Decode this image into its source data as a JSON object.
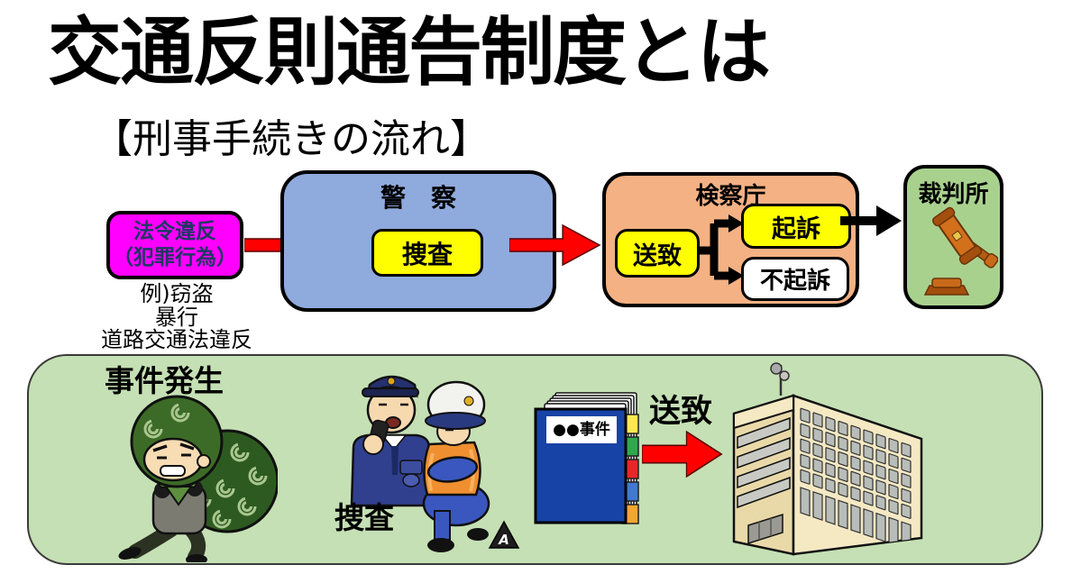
{
  "title": "交通反則通告制度とは",
  "subtitle": "【刑事手続きの流れ】",
  "flow": {
    "violation": {
      "line1": "法令違反",
      "line2": "（犯罪行為）"
    },
    "examples": {
      "line1": "例)窃盗",
      "line2": "暴行",
      "line3": "道路交通法違反"
    },
    "police": {
      "label": "警　察",
      "inner": "捜査"
    },
    "prosecutor": {
      "label": "検察庁",
      "souchi": "送致",
      "kiso": "起訴",
      "fukiso": "不起訴"
    },
    "court": {
      "label": "裁判所"
    }
  },
  "bottom": {
    "incident_label": "事件発生",
    "investigation_label": "捜査",
    "case_file_label": "●●事件",
    "souchi_label": "送致",
    "evidence_marker": "A"
  },
  "colors": {
    "magenta_box": "#FF00FF",
    "box_text_navy": "#1F3864",
    "police_box_blue": "#8FAADC",
    "prosecutor_box_orange": "#F4B183",
    "court_box_green": "#A9D18E",
    "panel_green": "#C5E0B4",
    "highlight_yellow": "#FFFF00",
    "arrow_red": "#FF0000",
    "arrow_outline_dark_red": "#5A0000",
    "arrow_black": "#000000"
  }
}
